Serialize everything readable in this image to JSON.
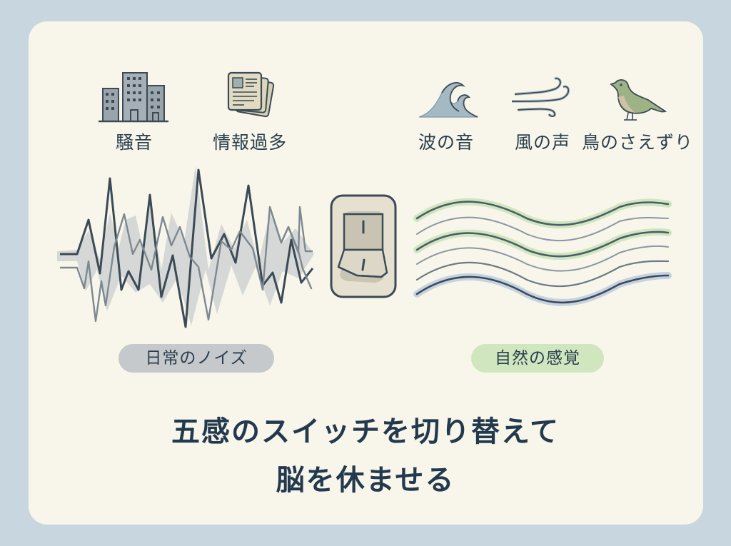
{
  "left_group": {
    "items": [
      {
        "label": "騒音",
        "icon": "buildings-icon"
      },
      {
        "label": "情報過多",
        "icon": "documents-icon"
      }
    ],
    "badge": "日常のノイズ",
    "badge_color": "#c5c9cc",
    "waveform": "chaotic-noise-waveform"
  },
  "right_group": {
    "items": [
      {
        "label": "波の音",
        "icon": "wave-icon"
      },
      {
        "label": "風の声",
        "icon": "wind-icon"
      },
      {
        "label": "鳥のさえずり",
        "icon": "bird-icon"
      }
    ],
    "badge": "自然の感覚",
    "badge_color": "#cfe6bf",
    "waveform": "calm-sine-waves"
  },
  "center": {
    "icon": "light-switch-icon"
  },
  "headline": {
    "line1": "五感のスイッチを切り替えて",
    "line2": "脳を休ませる"
  },
  "colors": {
    "background": "#c8d6df",
    "card": "#f8f6ea",
    "ink": "#2a3d4c",
    "green_accent": "#cfe6bf",
    "gray_accent": "#c5c9cc"
  }
}
